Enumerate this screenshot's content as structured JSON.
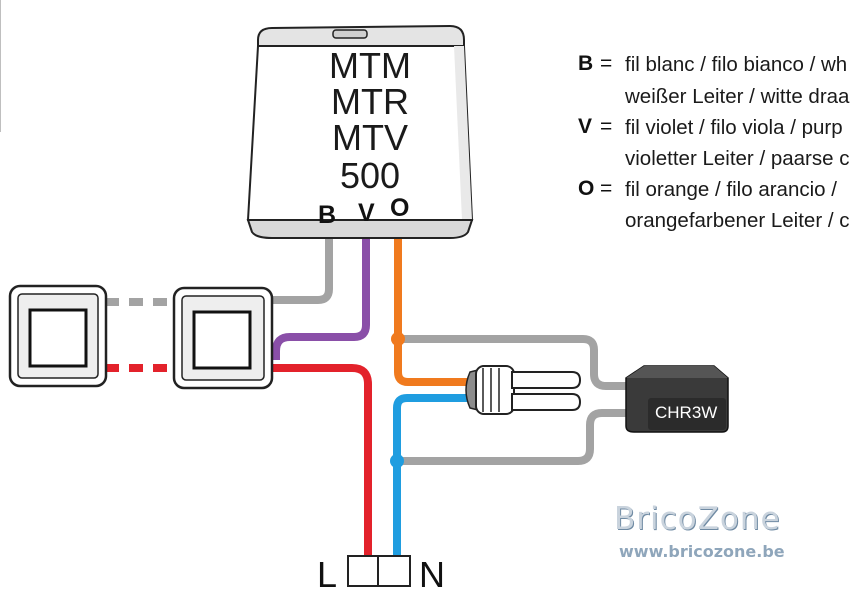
{
  "module": {
    "lines": [
      "MTM",
      "MTR",
      "MTV",
      "500"
    ],
    "terminals": [
      "B",
      "V",
      "O"
    ]
  },
  "legend": [
    {
      "key": "B",
      "eq": "=",
      "line1": "fil blanc / filo bianco / wh",
      "line2": "weißer Leiter / witte draa"
    },
    {
      "key": "V",
      "eq": "=",
      "line1": "fil violet / filo viola / purp",
      "line2": "violetter Leiter / paarse c"
    },
    {
      "key": "O",
      "eq": "=",
      "line1": "fil orange / filo arancio /",
      "line2": "orangefarbener Leiter / c"
    }
  ],
  "device": {
    "label": "CHR3W"
  },
  "supply": {
    "left": "L",
    "right": "N"
  },
  "watermark": {
    "brand": "BricoZone",
    "url": "www.bricozone.be"
  },
  "colors": {
    "gray_wire": "#a3a3a3",
    "violet_wire": "#8a4fa8",
    "orange_wire": "#f07a1e",
    "red_wire": "#e3222b",
    "blue_wire": "#1f9de0",
    "device_body": "#333333"
  }
}
